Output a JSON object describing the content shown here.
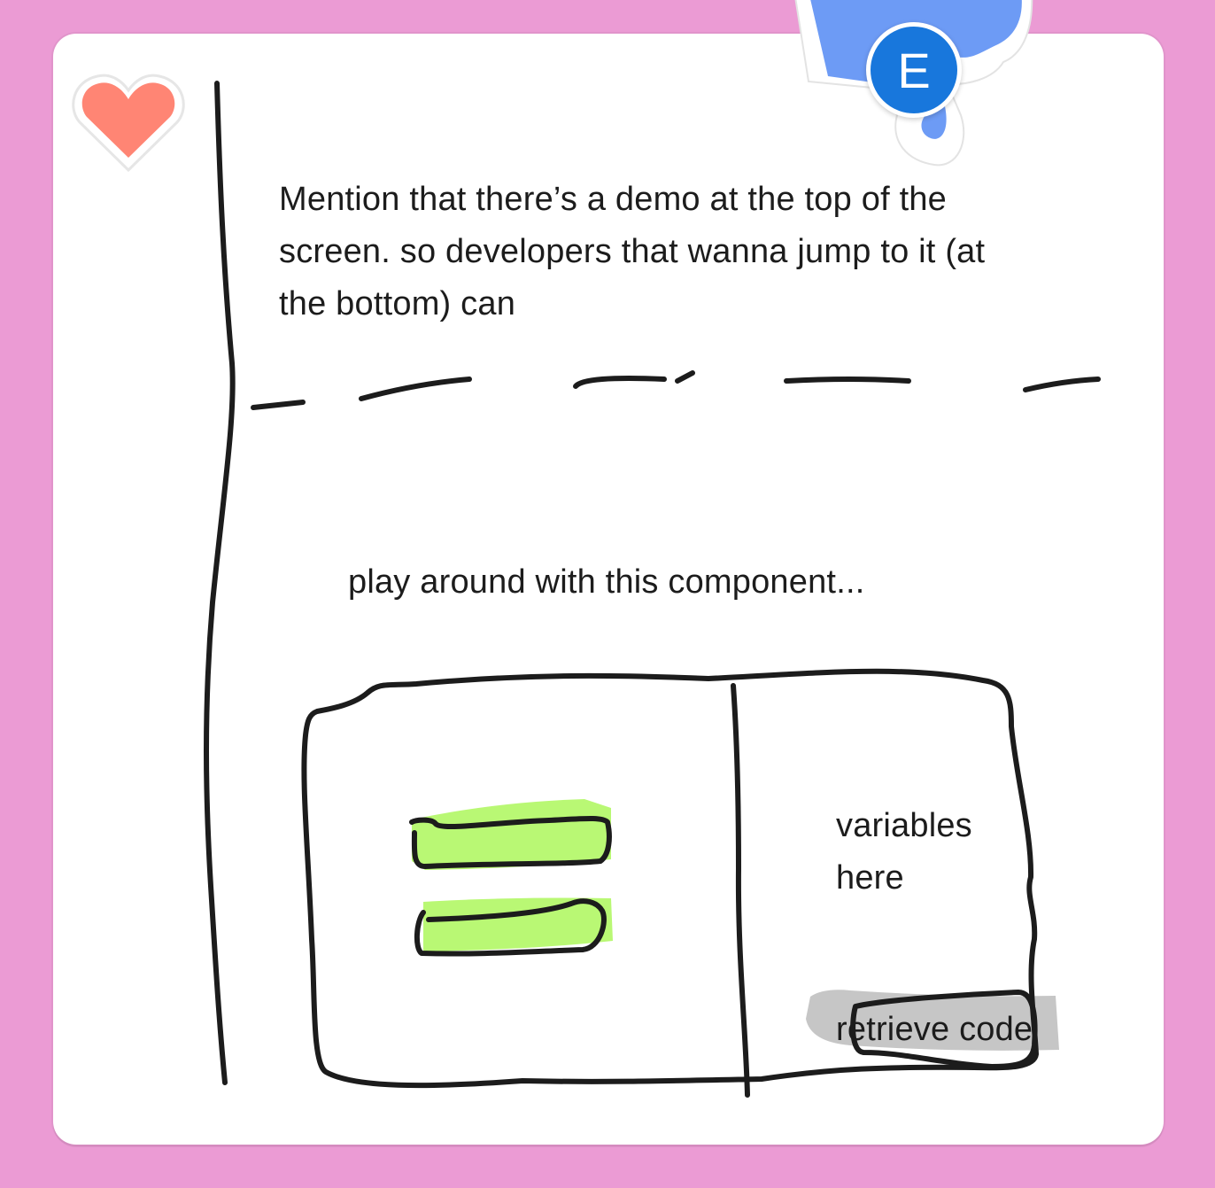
{
  "note": {
    "text": "Mention that there’s a demo at the top of the screen. so developers that wanna jump to it (at the bottom) can"
  },
  "sketch": {
    "caption": "play around with this component...",
    "variables_label_line1": "variables",
    "variables_label_line2": "here",
    "retrieve_label": "retrieve code"
  },
  "collaborator": {
    "initial": "E"
  },
  "icons": {
    "reaction": "heart-icon",
    "pointer": "cursor-icon"
  },
  "colors": {
    "background": "#eb9bd4",
    "card": "#ffffff",
    "ink": "#1c1c1c",
    "highlight_green": "#b9f874",
    "highlight_gray": "#c6c6c6",
    "heart": "#ff8574",
    "avatar": "#1877dc",
    "cursor": "#6d9bf5"
  }
}
